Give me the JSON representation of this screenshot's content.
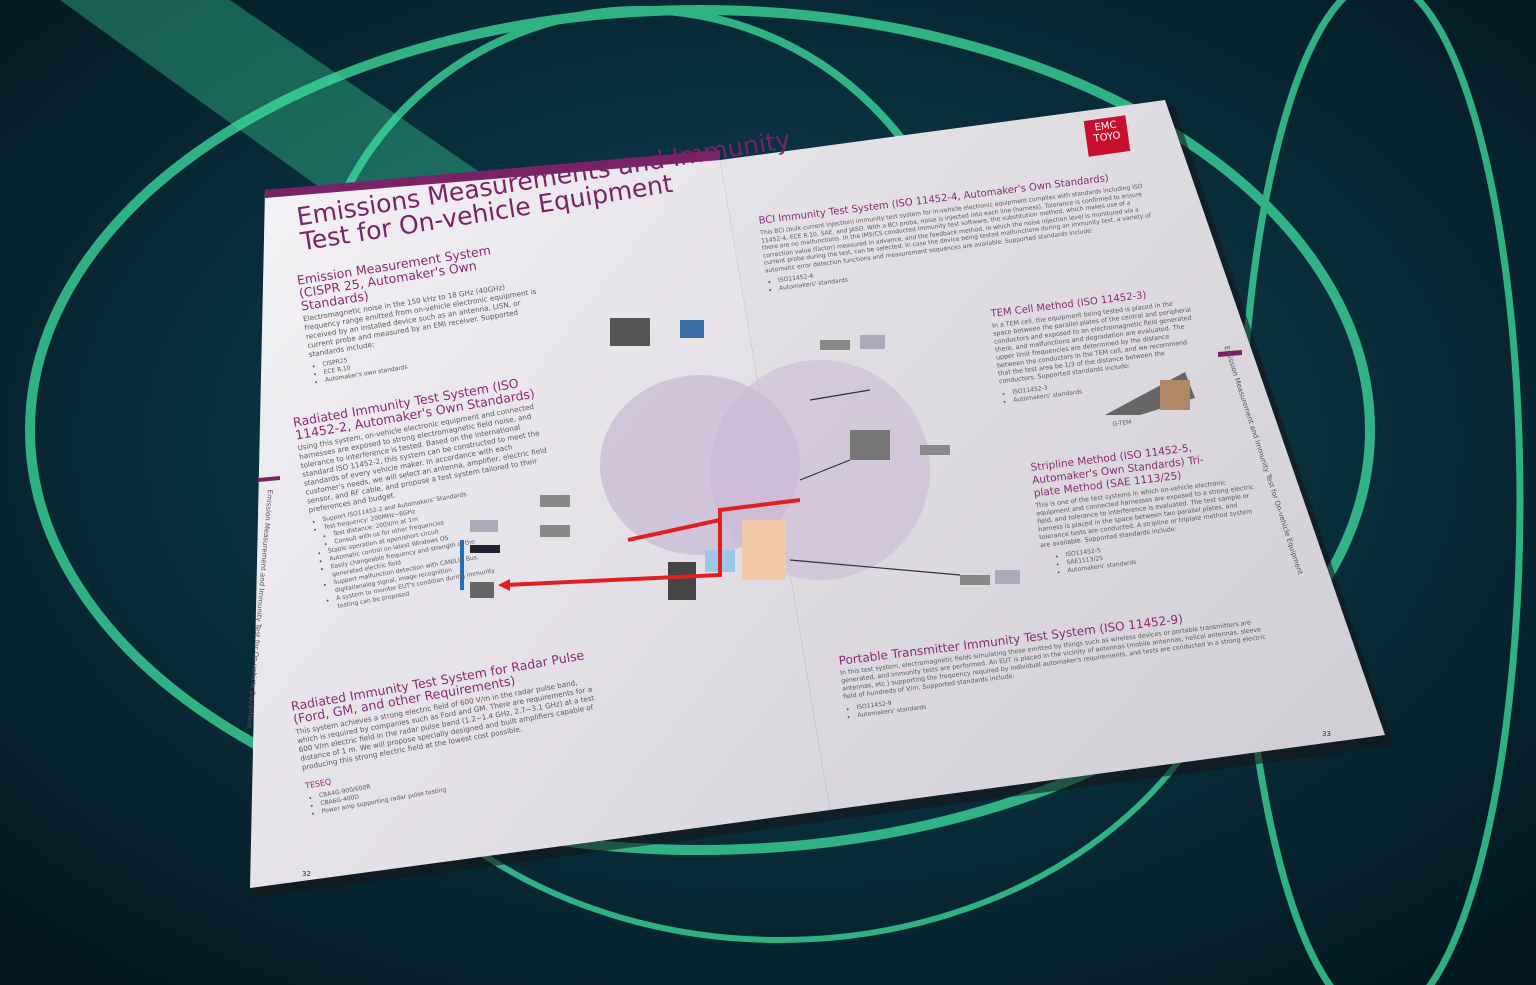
{
  "brochure": {
    "title": "Emissions Measurements and Immunity Test for On-vehicle Equipment",
    "title_line1": "Emissions Measurements and Immunity",
    "title_line2": "Test for On-vehicle Equipment",
    "side_label": "Emission Measurement and Immunity Test for On-vehicle Equipment",
    "logo_text": "EMC TOYO",
    "left_page_number": "32",
    "right_page_number": "33",
    "accent_color": "#8a2a74",
    "sections": [
      {
        "heading": "Emission Measurement System (CISPR 25, Automaker's Own Standards)",
        "body": "Electromagnetic noise in the 150 kHz to 18 GHz (40GHz) frequency range emitted from on-vehicle electronic equipment is received by an installed device such as an antenna, LISN, or current probe and measured by an EMI receiver. Supported standards include:",
        "items": [
          "CISPR25",
          "ECE R.10",
          "Automaker's own standards"
        ]
      },
      {
        "heading": "Radiated Immunity Test System (ISO 11452-2, Automaker's Own Standards)",
        "body": "Using this system, on-vehicle electronic equipment and connected harnesses are exposed to strong electromagnetic field noise, and tolerance to interference is tested. Based on the international standard ISO 11452-2, this system can be constructed to meet the standards of every vehicle maker. In accordance with each customer's needs, we will select an antenna, amplifier, electric field sensor, and RF cable, and propose a test system tailored to their preferences and budget.",
        "items": [
          "Support ISO11452-2 and Automakers' Standards",
          "Test frequency: 200MHz~6GHz",
          "Test distance: 200V/m at 1m",
          "Consult with us for other frequencies",
          "Stable operation at open/short circuit",
          "Automatic control on latest Windows OS",
          "Easily changeable frequency and strength of the generated electric field",
          "Support malfunction detection with CAN/LIN Bus, digital/analog signal, image recognition",
          "A system to monitor EUT's condition during immunity testing can be proposed"
        ]
      },
      {
        "heading": "Radiated Immunity Test System for Radar Pulse (Ford, GM, and other Requirements)",
        "body": "This system achieves a strong electric field of 600 V/m in the radar pulse band, which is required by companies such as Ford and GM. There are requirements for a 600 V/m electric field in the radar pulse band (1.2~1.4 GHz, 2.7~3.1 GHz) at a test distance of 1 m. We will propose specially designed and built amplifiers capable of producing this strong electric field at the lowest cost possible.",
        "subheading": "TESEQ",
        "items": [
          "CBA4G-900/600R",
          "CBA6G-400D",
          "Power amp supporting radar pulse testing"
        ]
      },
      {
        "heading": "BCI Immunity Test System (ISO 11452-4, Automaker's Own Standards)",
        "body": "This BCI (bulk current injection) immunity test system for in-vehicle electronic equipment complies with standards including ISO 11452-4, ECE R.10, SAE, and JASO. With a BCI probe, noise is injected into each line (harness). Tolerance is confirmed to ensure there are no malfunctions. In the IMS/CS conducted immunity test software, the substitution method, which makes use of a correction value (factor) measured in advance, and the feedback method, in which the noise injection level is monitored via a current probe during the test, can be selected. In case the device being tested malfunctions during an immunity test, a variety of automatic error detection functions and measurement sequences are available. Supported standards include:",
        "items": [
          "ISO11452-4",
          "Automakers' standards"
        ]
      },
      {
        "heading": "TEM Cell Method (ISO 11452-3)",
        "body": "In a TEM cell, the equipment being tested is placed in the space between the parallel plates of the central and peripheral conductors and exposed to an electromagnetic field generated there, and malfunctions and degradation are evaluated. The upper limit frequencies are determined by the distance between the conductors in the TEM cell, and we recommend that the test area be 1/3 of the distance between the conductors. Supported standards include:",
        "items": [
          "ISO11452-3",
          "Automakers' standards"
        ],
        "image_label": "G-TEM"
      },
      {
        "heading": "Stripline Method (ISO 11452-5, Automaker's Own Standards) Tri-plate Method (SAE 1113/25)",
        "body": "This is one of the test systems in which on-vehicle electronic equipment and connected harnesses are exposed to a strong electric field, and tolerance to interference is evaluated. The test sample or harness is placed in the space between two parallel plates, and tolerance tests are conducted. A stripline or triplate method system are available. Supported standards include:",
        "items": [
          "ISO11452-5",
          "SAE1113/25",
          "Automakers' standards"
        ]
      },
      {
        "heading": "Portable Transmitter Immunity Test System (ISO 11452-9)",
        "body": "In this test system, electromagnetic fields simulating those emitted by things such as wireless devices or portable transmitters are generated, and immunity tests are performed. An EUT is placed in the vicinity of antennas (mobile antennas, helical antennas, sleeve antennas, etc.) supporting the frequency required by individual automaker's requirements, and tests are conducted in a strong electric field of hundreds of V/m. Supported standards include:",
        "items": [
          "ISO11452-9",
          "Automakers' standards"
        ]
      }
    ]
  }
}
